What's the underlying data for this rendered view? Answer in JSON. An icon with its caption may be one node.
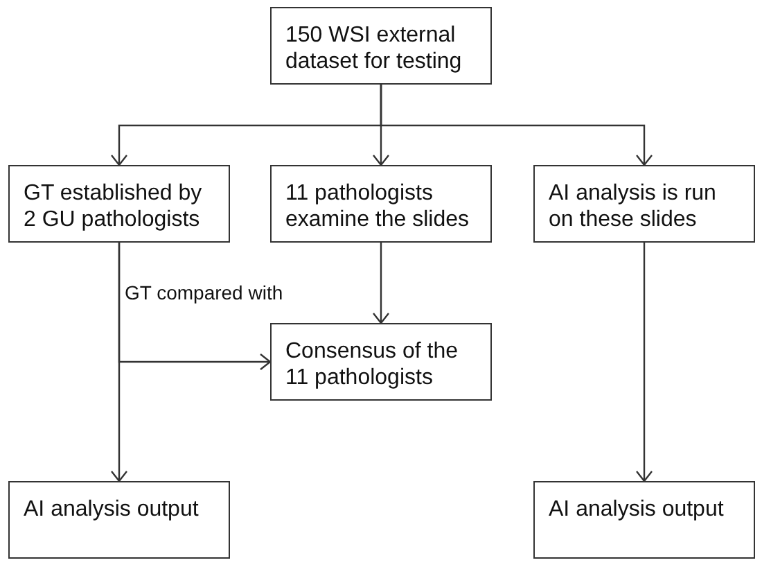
{
  "diagram": {
    "nodes": [
      {
        "text": [
          "150 WSI external dataset for testing"
        ]
      },
      {
        "text": [
          "GT established by 2 GU pathologists"
        ]
      },
      {
        "text": [
          "11 pathologists examine the slides"
        ]
      },
      {
        "text": [
          "AI analysis is run on these slides"
        ]
      },
      {
        "text": [
          "Consensus of the 11 pathologists"
        ]
      },
      {
        "text": [
          "AI analysis output"
        ]
      },
      {
        "text": [
          "AI analysis output"
        ]
      }
    ],
    "edges": [
      {
        "from": 0,
        "to": 1,
        "arrow": "to"
      },
      {
        "from": 0,
        "to": 2,
        "arrow": "to"
      },
      {
        "from": 0,
        "to": 3,
        "arrow": "to"
      },
      {
        "from": 1,
        "to": 4,
        "arrow": "to",
        "label": "GT compared with"
      },
      {
        "from": 2,
        "to": 4,
        "arrow": "to"
      },
      {
        "from": 1,
        "to": 5,
        "arrow": "to"
      },
      {
        "from": 3,
        "to": 6,
        "arrow": "to"
      }
    ]
  }
}
